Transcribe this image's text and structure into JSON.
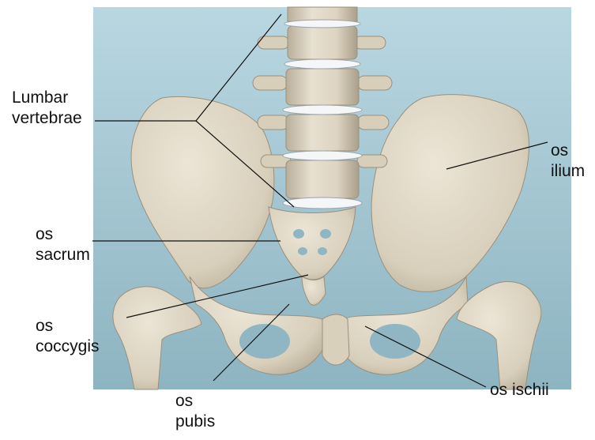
{
  "colors": {
    "background_top": "#b8d6e0",
    "background_bottom": "#8fb6c2",
    "bone": "#e2d9c7",
    "bone_shadow": "#a79d88",
    "disc": "#f4f6f8",
    "leader_line": "#111111"
  },
  "labels": {
    "lumbar": "Lumbar\nvertebrae",
    "ilium": "os\nilium",
    "sacrum": "os\nsacrum",
    "coccygis": "os\ncoccygis",
    "pubis": "os\npubis",
    "ischii": "os ischii"
  }
}
